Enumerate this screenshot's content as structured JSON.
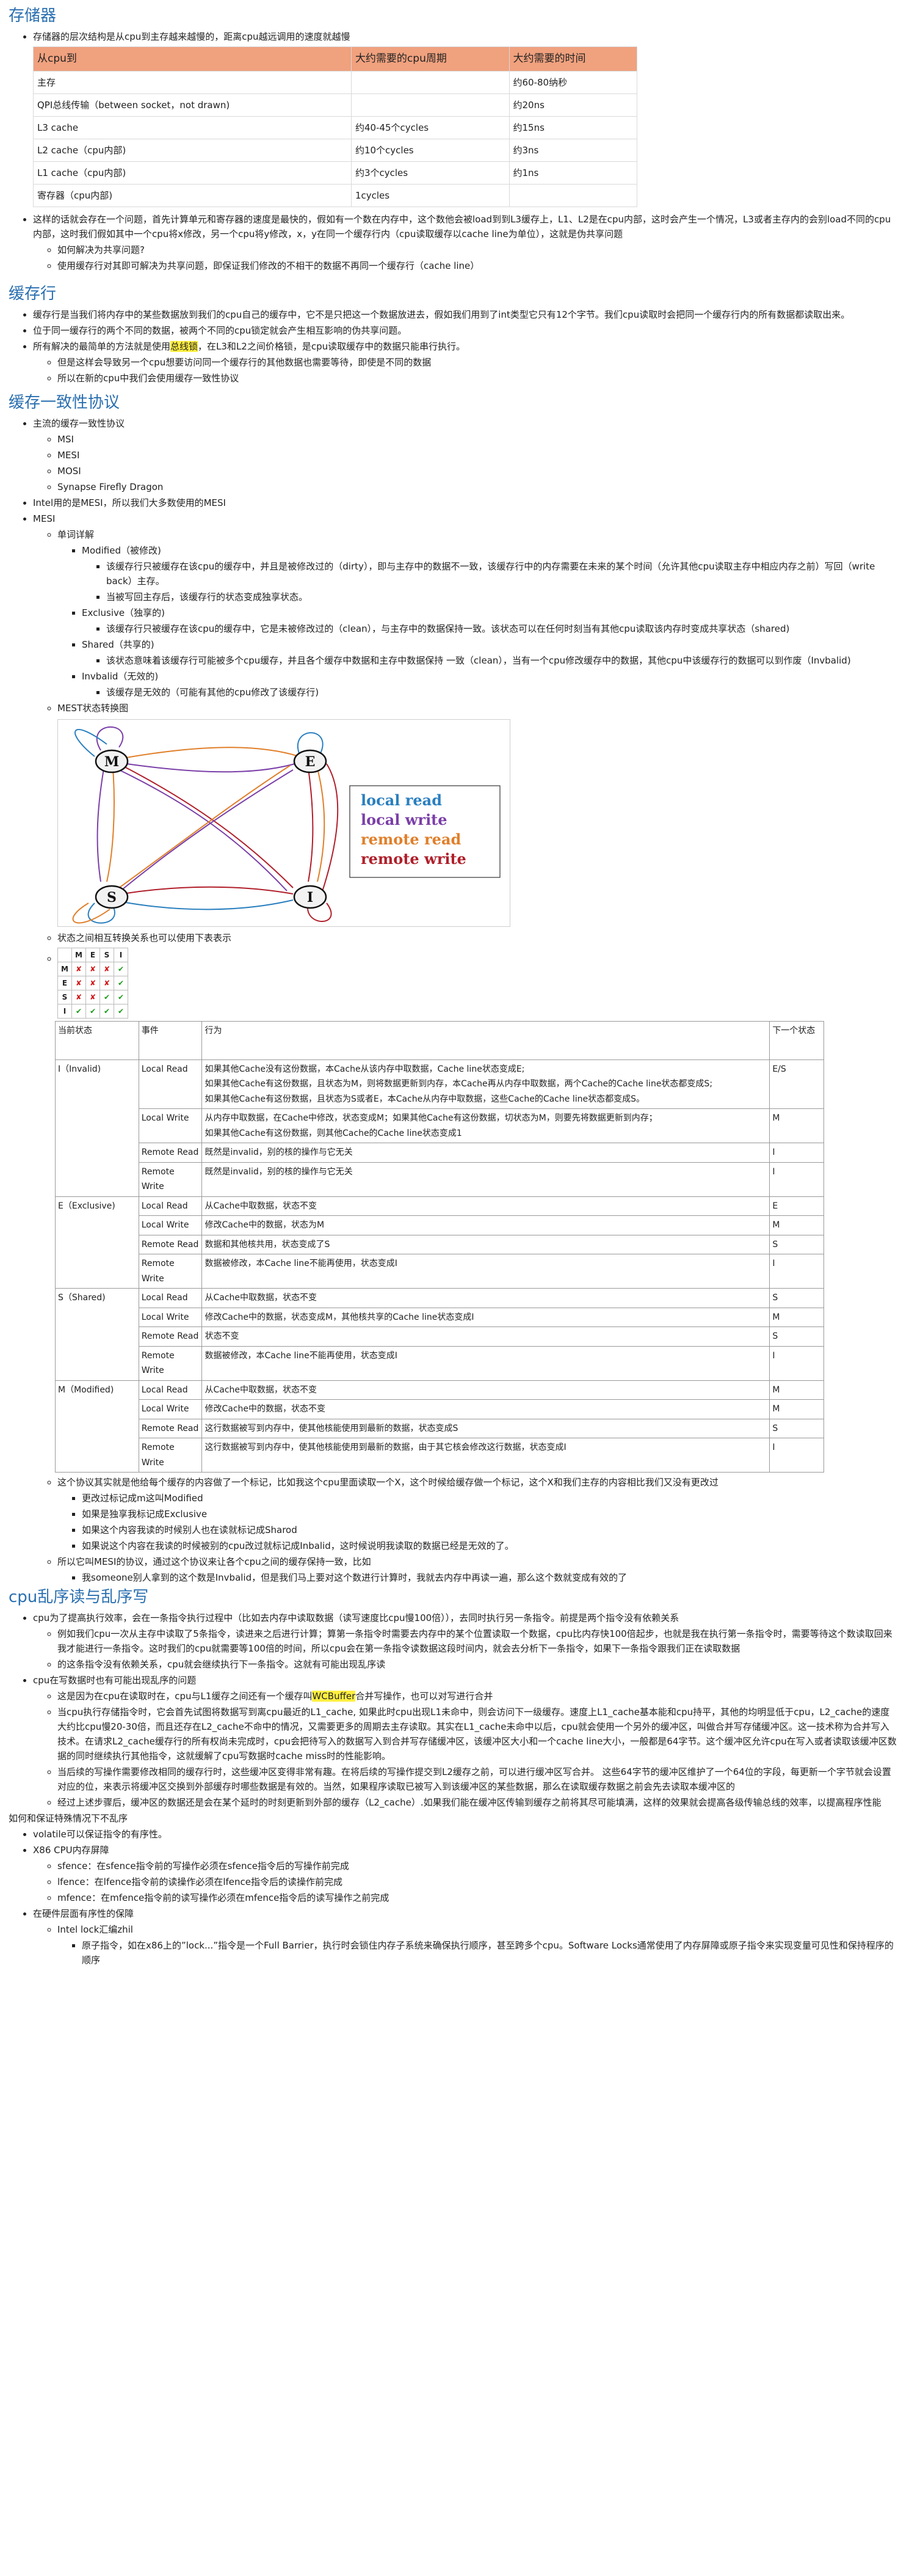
{
  "sec1": {
    "title": "存储器",
    "intro": "存储器的层次结构是从cpu到主存越来越慢的，距离cpu越远调用的速度就越慢",
    "table": {
      "headers": [
        "从cpu到",
        "大约需要的cpu周期",
        "大约需要的时间"
      ],
      "rows": [
        [
          "主存",
          "",
          "约60-80纳秒"
        ],
        [
          "QPI总线传输（between socket，not drawn)",
          "",
          "约20ns"
        ],
        [
          "L3 cache",
          "约40-45个cycles",
          "约15ns"
        ],
        [
          "L2 cache（cpu内部)",
          "约10个cycles",
          "约3ns"
        ],
        [
          "L1 cache（cpu内部)",
          "约3个cycles",
          "约1ns"
        ],
        [
          "寄存器（cpu内部)",
          "1cycles",
          ""
        ]
      ]
    },
    "p1": "这样的话就会存在一个问题，首先计算单元和寄存器的速度是最快的，假如有一个数在内存中，这个数他会被load到到L3缓存上，L1、L2是在cpu内部，这时会产生一个情况，L3或者主存内的会别load不同的cpu内部，这时我们假如其中一个cpu将x修改，另一个cpu将y修改，x，y在同一个缓存行内（cpu读取缓存以cache line为单位），这就是伪共享问题",
    "p1a": "如何解决为共享问题?",
    "p1b": "使用缓存行对其即可解决为共享问题，即保证我们修改的不相干的数据不再同一个缓存行（cache line）"
  },
  "sec2": {
    "title": "缓存行",
    "p1": "缓存行是当我们将内存中的某些数据放到我们的cpu自己的缓存中，它不是只把这一个数据放进去，假如我们用到了int类型它只有12个字节。我们cpu读取时会把同一个缓存行内的所有数据都读取出来。",
    "p2": "位于同一缓存行的两个不同的数据，被两个不同的cpu锁定就会产生相互影响的伪共享问题。",
    "p3_pre": "所有解决的最简单的方法就是使用",
    "p3_hl": "总线锁",
    "p3_post": "，在L3和L2之间价格锁，是cpu读取缓存中的数据只能串行执行。",
    "p3a": "但是这样会导致另一个cpu想要访问同一个缓存行的其他数据也需要等待，即使是不同的数据",
    "p3b": "所以在新的cpu中我们会使用缓存一致性协议"
  },
  "sec3": {
    "title": "缓存一致性协议",
    "p1": "主流的缓存一致性协议",
    "protocols": [
      "MSI",
      "MESI",
      "MOSI",
      "Synapse Firefly Dragon"
    ],
    "p2": "Intel用的是MESI，所以我们大多数使用的MESI",
    "p3": "MESI",
    "detail": "单词详解",
    "m_title": "Modified（被修改)",
    "m1": "该缓存行只被缓存在该cpu的缓存中，并且是被修改过的（dirty），即与主存中的数据不一致，该缓存行中的内存需要在未来的某个时间（允许其他cpu读取主存中相应内存之前）写回（write back）主存。",
    "m2": "当被写回主存后，该缓存行的状态变成独享状态。",
    "e_title": "Exclusive（独享的)",
    "e1": "该缓存行只被缓存在该cpu的缓存中，它是未被修改过的（clean），与主存中的数据保持一致。该状态可以在任何时刻当有其他cpu读取该内存时变成共享状态（shared)",
    "s_title": "Shared（共享的)",
    "s1": "该状态意味着该缓存行可能被多个cpu缓存，并且各个缓存中数据和主存中数据保持 一致（clean），当有一个cpu修改缓存中的数据，其他cpu中该缓存行的数据可以到作废（Invbalid)",
    "i_title": "Invbalid（无效的)",
    "i1": "该缓存是无效的（可能有其他的cpu修改了该缓存行)",
    "diagram_label": "MEST状态转换图",
    "legend": [
      "local read",
      "local write",
      "remote read",
      "remote write"
    ],
    "legend_colors": [
      "#2a7fbf",
      "#7b3fa8",
      "#e07f2a",
      "#b01f2a"
    ],
    "states": [
      "M",
      "E",
      "S",
      "I"
    ],
    "compat_label": "状态之间相互转换关系也可以使用下表表示",
    "compat": [
      [
        "",
        "M",
        "E",
        "S",
        "I"
      ],
      [
        "M",
        "x",
        "x",
        "x",
        "v"
      ],
      [
        "E",
        "x",
        "x",
        "x",
        "v"
      ],
      [
        "S",
        "x",
        "x",
        "v",
        "v"
      ],
      [
        "I",
        "v",
        "v",
        "v",
        "v"
      ]
    ],
    "big_headers": [
      "当前状态",
      "事件",
      "行为",
      "下一个状态"
    ],
    "groups": [
      {
        "state": "I（Invalid)",
        "rows": [
          {
            "event": "Local Read",
            "lines": [
              "如果其他Cache没有这份数据，本Cache从该内存中取数据，Cache line状态变成E;",
              "如果其他Cache有这份数据，且状态为M，则将数据更新到内存，本Cache再从内存中取数据，两个Cache的Cache line状态都变成S;",
              "如果其他Cache有这份数据，且状态为S或者E，本Cache从内存中取数据，这些Cache的Cache line状态都变成S。"
            ],
            "next": "E/S"
          },
          {
            "event": "Local Write",
            "lines": [
              "从内存中取数据，在Cache中修改，状态变成M；如果其他Cache有这份数据，切状态为M，则要先将数据更新到内存；",
              "如果其他Cache有这份数据，则其他Cache的Cache line状态变成1"
            ],
            "next": "M"
          },
          {
            "event": "Remote Read",
            "lines": [
              "既然是invalid，别的核的操作与它无关"
            ],
            "next": "I"
          },
          {
            "event": "Remote Write",
            "lines": [
              "既然是invalid，别的核的操作与它无关"
            ],
            "next": "I"
          }
        ]
      },
      {
        "state": "E（Exclusive)",
        "rows": [
          {
            "event": "Local Read",
            "lines": [
              "从Cache中取数据，状态不变"
            ],
            "next": "E"
          },
          {
            "event": "Local Write",
            "lines": [
              "修改Cache中的数据，状态为M"
            ],
            "next": "M"
          },
          {
            "event": "Remote Read",
            "lines": [
              "数据和其他核共用，状态变成了S"
            ],
            "next": "S"
          },
          {
            "event": "Remote Write",
            "lines": [
              "数据被修改，本Cache line不能再使用，状态变成I"
            ],
            "next": "I"
          }
        ]
      },
      {
        "state": "S（Shared)",
        "rows": [
          {
            "event": "Local Read",
            "lines": [
              "从Cache中取数据，状态不变"
            ],
            "next": "S"
          },
          {
            "event": "Local Write",
            "lines": [
              "修改Cache中的数据，状态变成M，其他核共享的Cache line状态变成I"
            ],
            "next": "M"
          },
          {
            "event": "Remote Read",
            "lines": [
              "状态不变"
            ],
            "next": "S"
          },
          {
            "event": "Remote Write",
            "lines": [
              "数据被修改，本Cache line不能再使用，状态变成I"
            ],
            "next": "I"
          }
        ]
      },
      {
        "state": "M（Modified)",
        "rows": [
          {
            "event": "Local Read",
            "lines": [
              "从Cache中取数据，状态不变"
            ],
            "next": "M"
          },
          {
            "event": "Local Write",
            "lines": [
              "修改Cache中的数据，状态不变"
            ],
            "next": "M"
          },
          {
            "event": "Remote Read",
            "lines": [
              "这行数据被写到内存中，使其他核能使用到最新的数据，状态变成S"
            ],
            "next": "S"
          },
          {
            "event": "Remote Write",
            "lines": [
              "这行数据被写到内存中，使其他核能使用到最新的数据，由于其它核会修改这行数据，状态变成I"
            ],
            "next": "I"
          }
        ]
      }
    ],
    "after1": "这个协议其实就是他给每个缓存的内容做了一个标记，比如我这个cpu里面读取一个X，这个时候给缓存做一个标记，这个X和我们主存的内容相比我们又没有更改过",
    "after1a": "更改过标记成m这叫Modified",
    "after1b": "如果是独享我标记成Exclusive",
    "after1c": "如果这个内容我读的时候别人也在读就标记成Sharod",
    "after1d": "如果说这个内容在我读的时候被别的cpu改过就标记成Inbalid，这时候说明我读取的数据已经是无效的了。",
    "after2": "所以它叫MESI的协议，通过这个协议来让各个cpu之间的缓存保持一致，比如",
    "after2a": "我someone别人拿到的这个数是Invbalid，但是我们马上要对这个数进行计算时，我就去内存中再读一遍，那么这个数就变成有效的了"
  },
  "sec4": {
    "title": "cpu乱序读与乱序写",
    "p1": "cpu为了提高执行效率，会在一条指令执行过程中（比如去内存中读取数据（读写速度比cpu慢100倍）），去同时执行另一条指令。前提是两个指令没有依赖关系",
    "p1a": "例如我们cpu一次从主存中读取了5条指令，读进来之后进行计算；算第一条指令时需要去内存中的某个位置读取一个数据，cpu比内存快100倍起步，也就是我在执行第一条指令时，需要等待这个数读取回来我才能进行一条指令。这时我们的cpu就需要等100倍的时间，所以cpu会在第一条指令读数据这段时间内，就会去分析下一条指令，如果下一条指令跟我们正在读取数据",
    "p1b": "的这条指令没有依赖关系，cpu就会继续执行下一条指令。这就有可能出现乱序读",
    "p2": "cpu在写数据时也有可能出现乱序的问题",
    "p2a_pre": "这是因为在cpu在读取时在，cpu与L1缓存之间还有一个缓存叫",
    "p2a_hl": "WCBuffer",
    "p2a_post": "合并写操作，也可以对写进行合并",
    "p2b": "当cpu执行存储指令时，它会首先试图将数据写到离cpu最近的L1_cache, 如果此时cpu出现L1未命中，则会访问下一级缓存。速度上L1_cache基本能和cpu持平，其他的均明显低于cpu，L2_cache的速度大约比cpu慢20-30倍，而且还存在L2_cache不命中的情况，又需要更多的周期去主存读取。其实在L1_cache未命中以后，cpu就会使用一个另外的缓冲区，叫做合并写存储缓冲区。这一技术称为合并写入技术。在请求L2_cache缓存行的所有权尚未完成时，cpu会把待写入的数据写入到合并写存储缓冲区，该缓冲区大小和一个cache line大小，一般都是64字节。这个缓冲区允许cpu在写入或者读取该缓冲区数据的同时继续执行其他指令，这就缓解了cpu写数据时cache miss时的性能影响。",
    "p2c": "当后续的写操作需要修改相同的缓存行时，这些缓冲区变得非常有趣。在将后续的写操作提交到L2缓存之前，可以进行缓冲区写合并。 这些64字节的缓冲区维护了一个64位的字段，每更新一个字节就会设置对应的位，来表示将缓冲区交换到外部缓存时哪些数据是有效的。当然，如果程序读取已被写入到该缓冲区的某些数据，那么在读取缓存数据之前会先去读取本缓冲区的",
    "p2d": "经过上述步骤后，缓冲区的数据还是会在某个延时的时刻更新到外部的缓存（L2_cache）.如果我们能在缓冲区传输到缓存之前将其尽可能填满，这样的效果就会提高各级传输总线的效率，以提高程序性能",
    "p3": "如何和保证特殊情况下不乱序",
    "p3a": "volatile可以保证指令的有序性。",
    "p3b": "X86 CPU内存屏障",
    "p3b1": "sfence：在sfence指令前的写操作必须在sfence指令后的写操作前完成",
    "p3b2": "lfence：在lfence指令前的读操作必须在lfence指令后的读操作前完成",
    "p3b3": "mfence：在mfence指令前的读写操作必须在mfence指令后的读写操作之前完成",
    "p3c": "在硬件层面有序性的保障",
    "p3c1": "Intel lock汇编zhil",
    "p3c1a": "原子指令，如在x86上的”lock...”指令是一个Full Barrier，执行时会锁住内存子系统来确保执行顺序，甚至跨多个cpu。Software Locks通常使用了内存屏障或原子指令来实现变量可见性和保持程序的顺序"
  }
}
